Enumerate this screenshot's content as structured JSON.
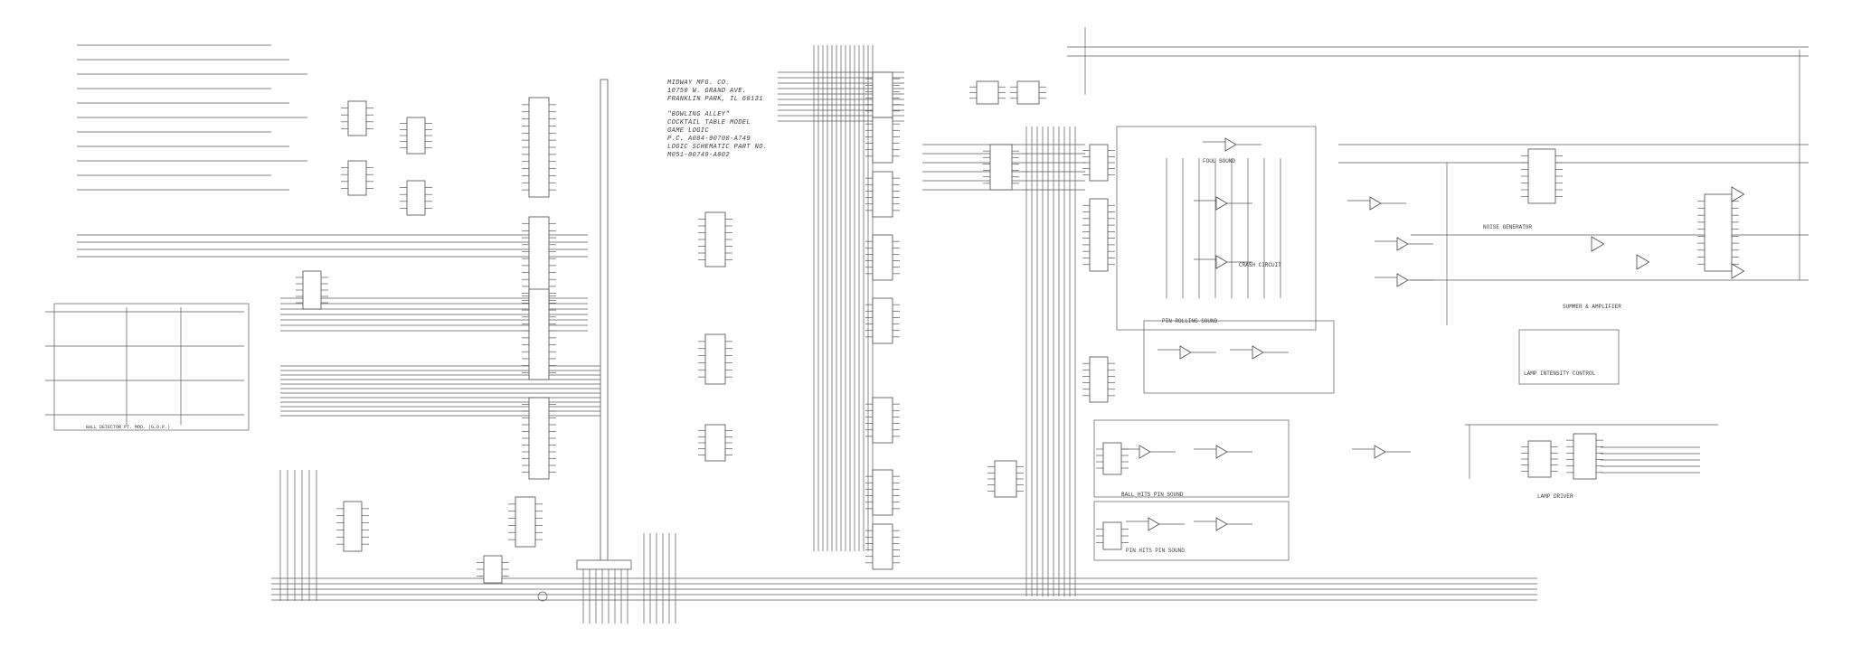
{
  "title_block": {
    "line1": "MIDWAY MFG. CO.",
    "line2": "10750 W. GRAND AVE.",
    "line3": "FRANKLIN PARK, IL 60131",
    "line4": "\"BOWLING ALLEY\"",
    "line5": "COCKTAIL TABLE MODEL",
    "line6": "GAME LOGIC",
    "line7": "P.C. A084-90700-A749",
    "line8": "LOGIC SCHEMATIC PART NO.",
    "line9": "M051-00749-A002"
  },
  "sections": {
    "foul_sound": "FOUL SOUND",
    "crash_circuit": "CRASH CIRCUIT",
    "pin_rolling_sound": "PIN ROLLING SOUND",
    "ball_hits_pin_sound": "BALL HITS PIN SOUND",
    "pin_hits_pin_sound": "PIN HITS PIN SOUND",
    "noise_generator": "NOISE GENERATOR",
    "summer_amplifier": "SUMMER & AMPLIFIER",
    "lamp_intensity_control": "LAMP INTENSITY CONTROL",
    "lamp_driver": "LAMP DRIVER",
    "ball_detector": "BALL DETECTOR PT. MOD. (G.O.P.)"
  },
  "colors": {
    "ink": "#5a5a5a",
    "paper": "#ffffff"
  }
}
